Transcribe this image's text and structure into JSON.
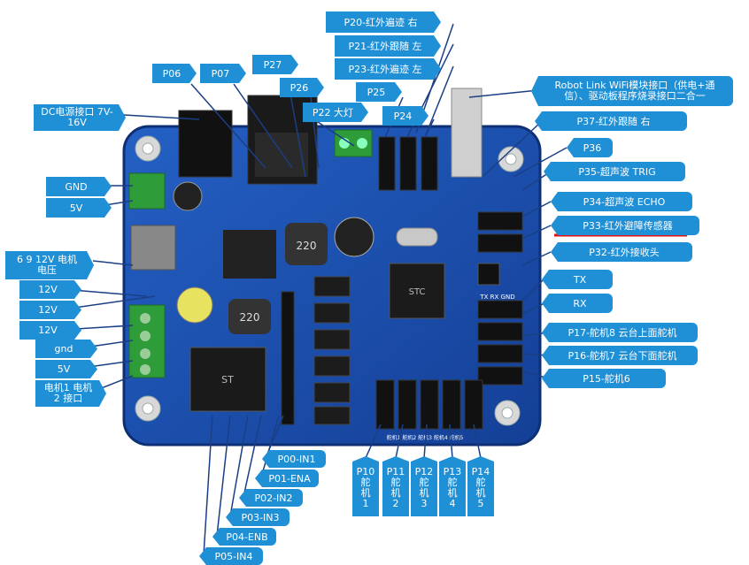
{
  "labels": {
    "p20": "P20-红外遍迹 右",
    "p21": "P21-红外跟随 左",
    "p23": "P23-红外遍迹 左",
    "p06": "P06",
    "p07": "P07",
    "p27": "P27",
    "p26": "P26",
    "p25": "P25",
    "p22": "P22 大灯",
    "p24": "P24",
    "dc": "DC电源接口 7V-16V",
    "gnd_top": "GND",
    "v5_top": "5V",
    "motor_v": "6 9 12V 电机电压",
    "v12a": "12V",
    "v12b": "12V",
    "v12c": "12V",
    "gnd_low": "gnd",
    "v5_low": "5V",
    "motor_port": "电机1 电机2 接口",
    "robotlink": "Robot Link WiFi模块接口（供电+通信）、驱动板程序烧录接口二合一",
    "p37": "P37-红外跟随 右",
    "p36": "P36",
    "p35": "P35-超声波 TRIG",
    "p34": "P34-超声波 ECHO",
    "p33": "P33-红外避障传感器",
    "p32": "P32-红外接收头",
    "tx": "TX",
    "rx": "RX",
    "p17": "P17-舵机8 云台上面舵机",
    "p16": "P16-舵机7 云台下面舵机",
    "p15": "P15-舵机6",
    "p00": "P00-IN1",
    "p01": "P01-ENA",
    "p02": "P02-IN2",
    "p03": "P03-IN3",
    "p04": "P04-ENB",
    "p05": "P05-IN4",
    "p10": [
      "P10",
      "舵",
      "机",
      "1"
    ],
    "p11": [
      "P11",
      "舵",
      "机",
      "2"
    ],
    "p12": [
      "P12",
      "舵",
      "机",
      "3"
    ],
    "p13": [
      "P13",
      "舵",
      "机",
      "4"
    ],
    "p14": [
      "P14",
      "舵",
      "机",
      "5"
    ]
  },
  "silk": {
    "u220_a": "220",
    "u220_b": "220",
    "servo_hdr": "舵机1 舵机2 舵机3 舵机4 舵机5",
    "txrx": "TX RX GND",
    "chip": "STC",
    "st": "ST"
  },
  "colors": {
    "label_bg": "#1f8fd6",
    "board": "#1a4fb0",
    "red_underline": "#e01010"
  }
}
